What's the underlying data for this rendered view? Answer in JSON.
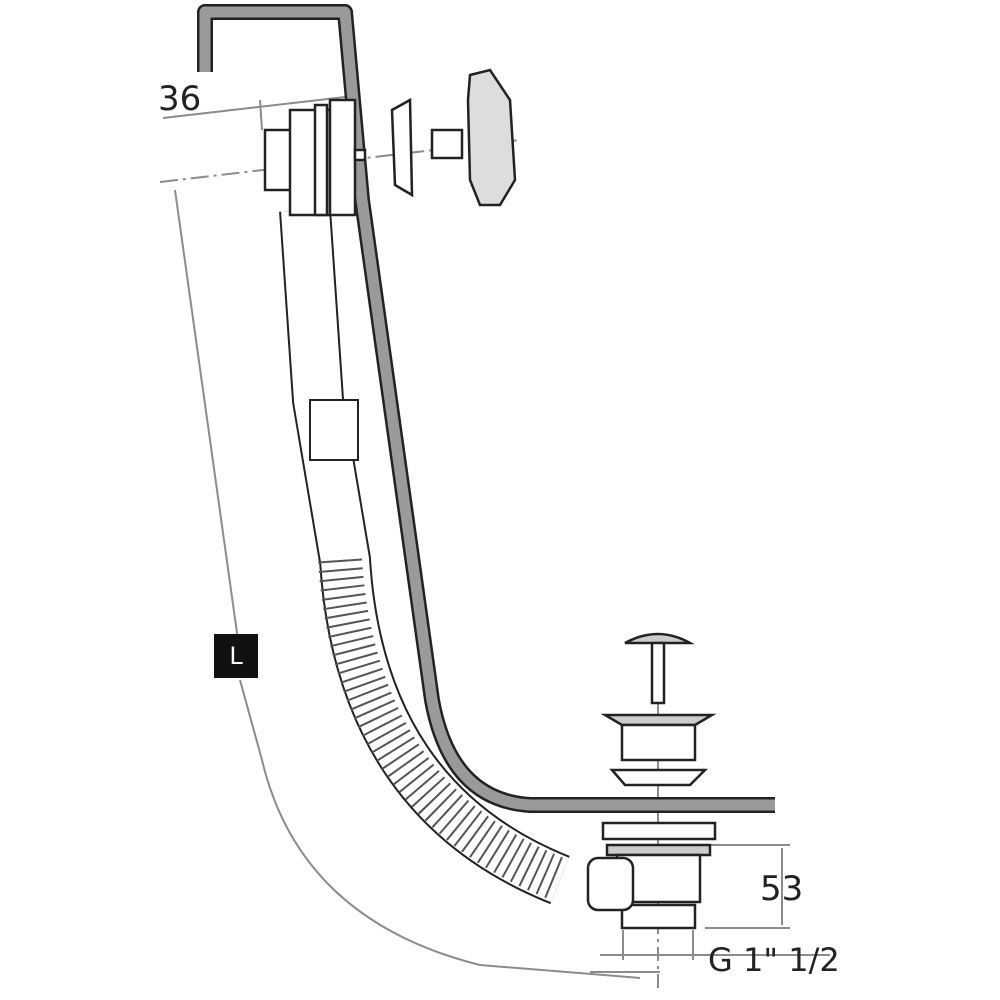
{
  "dimensions": {
    "overflow_offset": "36",
    "length_label": "L",
    "waste_height": "53",
    "thread_size": "G 1\" 1/2"
  },
  "colors": {
    "line": "#222222",
    "fill": "#9a9a9a",
    "dimension": "#8c8c8c"
  }
}
